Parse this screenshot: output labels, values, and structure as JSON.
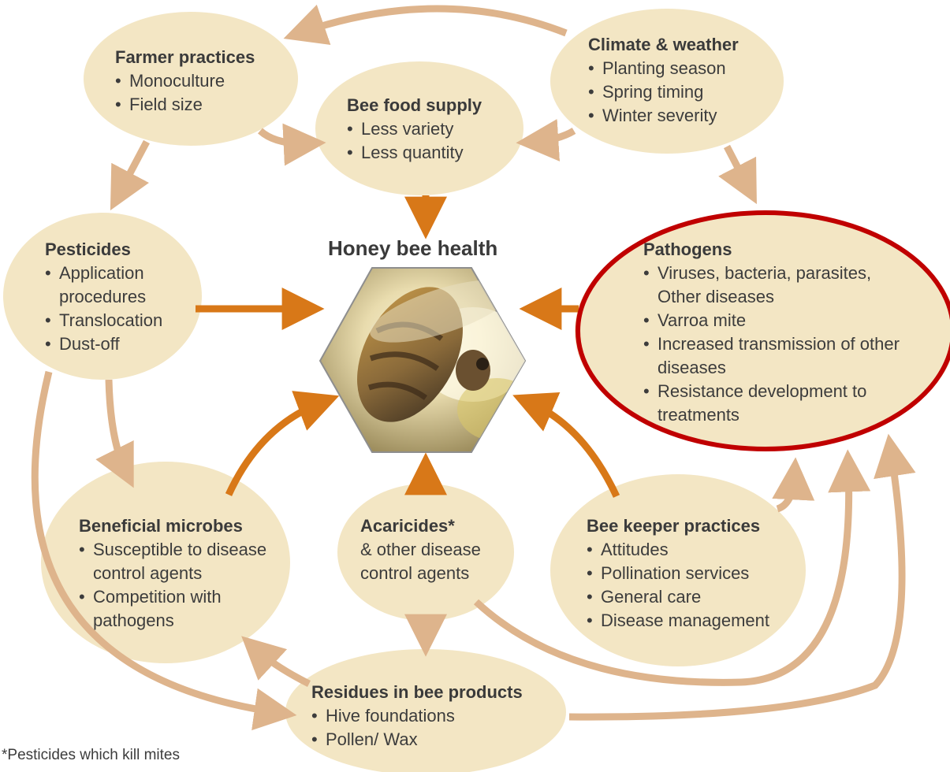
{
  "colors": {
    "node_fill": "#f3e6c4",
    "arrow_light": "#deb48c",
    "arrow_dark": "#d87818",
    "highlight": "#c00000"
  },
  "center": {
    "title": "Honey bee health",
    "image": "honey-bee-photo"
  },
  "nodes": {
    "farmer": {
      "title": "Farmer practices",
      "items": [
        "Monoculture",
        "Field size"
      ]
    },
    "food": {
      "title": "Bee food supply",
      "items": [
        "Less variety",
        "Less quantity"
      ]
    },
    "climate": {
      "title": "Climate & weather",
      "items": [
        "Planting season",
        "Spring timing",
        "Winter severity"
      ]
    },
    "pesticides": {
      "title": "Pesticides",
      "items": [
        "Application procedures",
        "Translocation",
        "Dust-off"
      ]
    },
    "pathogens": {
      "title": "Pathogens",
      "items": [
        "Viruses, bacteria, parasites, Other diseases",
        "Varroa mite",
        "Increased transmission of other diseases",
        "Resistance development to treatments"
      ]
    },
    "microbes": {
      "title": "Beneficial microbes",
      "items": [
        "Susceptible to disease control agents",
        "Competition with pathogens"
      ]
    },
    "acaricides": {
      "title": "Acaricides*",
      "line1": "& other disease",
      "line2": "control agents"
    },
    "keeper": {
      "title": "Bee keeper practices",
      "items": [
        "Attitudes",
        "Pollination services",
        "General care",
        "Disease management"
      ]
    },
    "residues": {
      "title": "Residues in bee products",
      "items": [
        "Hive foundations",
        "Pollen/ Wax"
      ]
    }
  },
  "footnote": "*Pesticides which kill mites"
}
